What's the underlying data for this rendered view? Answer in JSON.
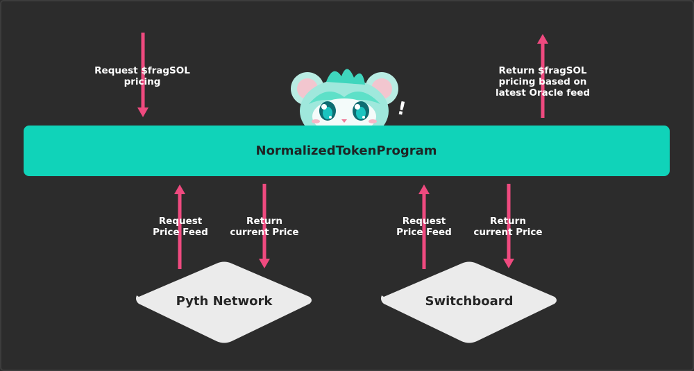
{
  "colors": {
    "background": "#2c2c2c",
    "program_bar": "#10d3b9",
    "arrow": "#ef4a7f",
    "oracle_node": "#ebebeb",
    "text_light": "#ffffff",
    "text_dark": "#262626"
  },
  "program": {
    "label": "NormalizedTokenProgram"
  },
  "mascot": {
    "icon": "mascot-creature-icon",
    "exclaim": "!"
  },
  "top_flows": {
    "request": {
      "line1": "Request $fragSOL",
      "line2": "pricing"
    },
    "response": {
      "line1": "Return $fragSOL",
      "line2": "pricing based on",
      "line3": "latest Oracle feed"
    }
  },
  "oracles": [
    {
      "name": "Pyth Network",
      "request_line1": "Request",
      "request_line2": "Price Feed",
      "return_line1": "Return",
      "return_line2": "current Price"
    },
    {
      "name": "Switchboard",
      "request_line1": "Request",
      "request_line2": "Price Feed",
      "return_line1": "Return",
      "return_line2": "current Price"
    }
  ]
}
